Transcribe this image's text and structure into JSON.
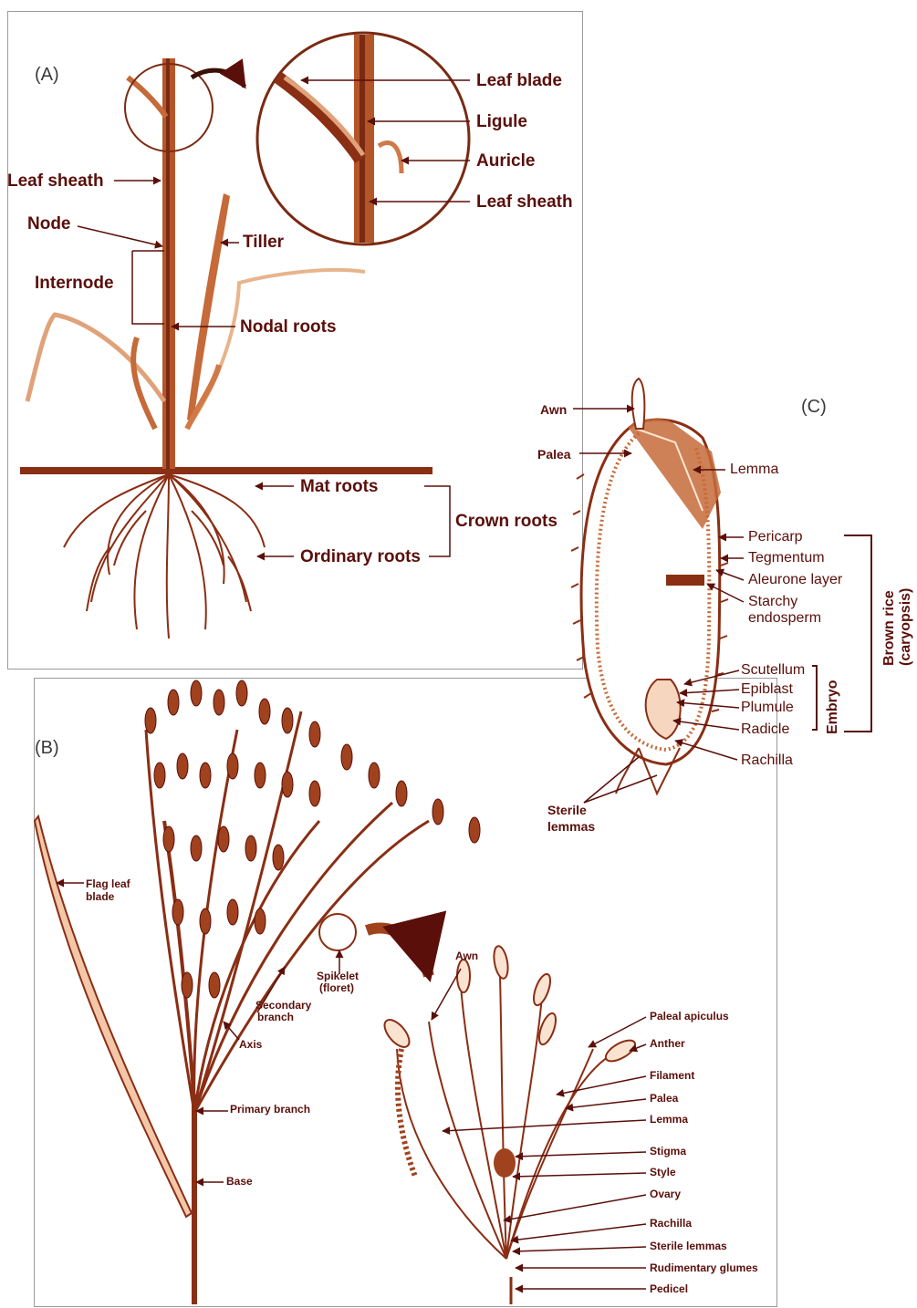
{
  "colors": {
    "ink": "#5a0f0a",
    "plant": "#b5562a",
    "light": "#e8a57a",
    "frame": "#9a9a9a"
  },
  "panel_a": {
    "letter": "(A)",
    "labels": {
      "leaf_blade": "Leaf blade",
      "ligule": "Ligule",
      "auricle": "Auricle",
      "leaf_sheath_inset": "Leaf sheath",
      "leaf_sheath": "Leaf sheath",
      "node": "Node",
      "tiller": "Tiller",
      "internode": "Internode",
      "nodal_roots": "Nodal roots",
      "mat_roots": "Mat roots",
      "crown_roots": "Crown roots",
      "ordinary_roots": "Ordinary roots"
    }
  },
  "panel_b": {
    "letter": "(B)",
    "labels": {
      "flag_leaf_blade_1": "Flag leaf",
      "flag_leaf_blade_2": "blade",
      "spikelet_1": "Spikelet",
      "spikelet_2": "(floret)",
      "secondary_branch_1": "Secondary",
      "secondary_branch_2": "branch",
      "axis": "Axis",
      "primary_branch": "Primary branch",
      "base": "Base",
      "awn": "Awn",
      "paleal_apiculus": "Paleal apiculus",
      "anther": "Anther",
      "filament": "Filament",
      "palea": "Palea",
      "lemma": "Lemma",
      "stigma": "Stigma",
      "style": "Style",
      "ovary": "Ovary",
      "rachilla": "Rachilla",
      "sterile_lemmas": "Sterile lemmas",
      "rudimentary_glumes": "Rudimentary glumes",
      "pedicel": "Pedicel"
    }
  },
  "panel_c": {
    "letter": "(C)",
    "labels": {
      "awn": "Awn",
      "palea": "Palea",
      "lemma": "Lemma",
      "pericarp": "Pericarp",
      "tegmentum": "Tegmentum",
      "aleurone_layer": "Aleurone layer",
      "starchy_1": "Starchy",
      "starchy_2": "endosperm",
      "scutellum": "Scutellum",
      "epiblast": "Epiblast",
      "plumule": "Plumule",
      "radicle": "Radicle",
      "rachilla": "Rachilla",
      "sterile_1": "Sterile",
      "sterile_2": "lemmas",
      "embryo": "Embryo",
      "brown_rice_1": "Brown rice",
      "brown_rice_2": "(caryopsis)"
    }
  }
}
